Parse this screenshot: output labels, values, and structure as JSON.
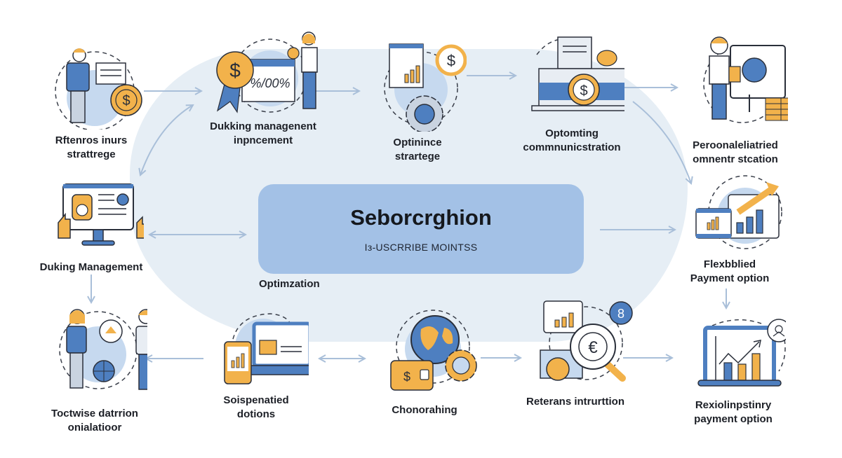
{
  "center": {
    "title": "Seborcrghion",
    "subtitle": "Iз-USCRRIBE MOINTSS",
    "caption": "Optimzation"
  },
  "nodes": [
    {
      "id": "top-1",
      "line1": "Rftenros inurs",
      "line2": "strattrege",
      "icon": "presenter-coin-icon"
    },
    {
      "id": "top-2",
      "line1": "Dukking managenent",
      "line2": "inpncement",
      "icon": "award-percent-icon"
    },
    {
      "id": "top-3",
      "line1": "Optinince",
      "line2": "strartege",
      "icon": "report-gear-icon"
    },
    {
      "id": "top-4",
      "line1": "Optomting",
      "line2": "commnunicstration",
      "icon": "printer-coin-icon"
    },
    {
      "id": "top-5",
      "line1": "Peroonaleliatried",
      "line2": "omnentr stcation",
      "icon": "presenter-coins-icon"
    },
    {
      "id": "mid-left",
      "line1": "Duking Management",
      "line2": "",
      "icon": "monitor-hands-icon"
    },
    {
      "id": "mid-right",
      "line1": "Flexbblied",
      "line2": "Payment option",
      "icon": "growth-chart-icon"
    },
    {
      "id": "bot-1",
      "line1": "Toctwise datrrion",
      "line2": "onialatioor",
      "icon": "people-globe-icon"
    },
    {
      "id": "bot-2",
      "line1": "Soispenatied",
      "line2": "dotions",
      "icon": "laptop-phone-icon"
    },
    {
      "id": "bot-3",
      "line1": "Chonorahing",
      "line2": "",
      "icon": "globe-wallet-gear-icon"
    },
    {
      "id": "bot-4",
      "line1": "Reterans intrurttion",
      "line2": "",
      "icon": "magnifier-euro-icon"
    },
    {
      "id": "bot-5",
      "line1": "Rexiolinpstinry",
      "line2": "payment option",
      "icon": "laptop-chart-icon"
    }
  ],
  "colors": {
    "accent_blue": "#4e7fc0",
    "light_blue": "#a3c1e6",
    "pale_blue": "#e6eef5",
    "accent_orange": "#f2b24b",
    "outline": "#2a2f3a",
    "arrow": "#a9bfd9"
  }
}
